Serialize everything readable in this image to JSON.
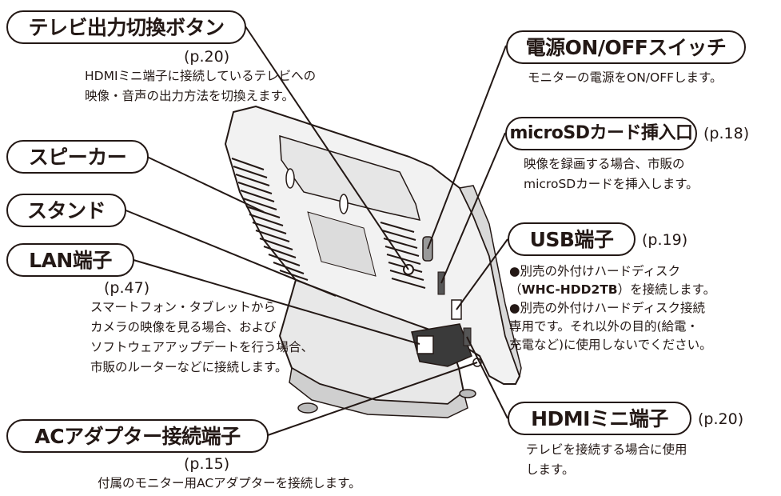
{
  "labels": {
    "tv_button": {
      "title": "テレビ出力切換ボタン",
      "page": "(p.20)",
      "desc": [
        "HDMIミニ端子に接続しているテレビへの",
        "映像・音声の出力方法を切換えます。"
      ]
    },
    "speaker": {
      "title": "スピーカー"
    },
    "stand": {
      "title": "スタンド"
    },
    "lan": {
      "title": "LAN端子",
      "page": "(p.47)",
      "desc": [
        "スマートフォン・タブレットから",
        "カメラの映像を見る場合、および",
        "ソフトウェアアップデートを行う場合、",
        "市販のルーターなどに接続します。"
      ]
    },
    "ac": {
      "title": "ACアダプター接続端子",
      "page": "(p.15)",
      "desc": [
        "付属のモニター用ACアダプターを接続します。"
      ]
    },
    "power": {
      "title": "電源ON/OFFスイッチ",
      "desc": [
        "モニターの電源をON/OFFします。"
      ]
    },
    "microsd": {
      "title": "microSDカード挿入口",
      "page": "(p.18)",
      "desc": [
        "映像を録画する場合、市販の",
        "microSDカードを挿入します。"
      ]
    },
    "usb": {
      "title": "USB端子",
      "page": "(p.19)",
      "desc1_a": "●別売の外付けハードディスク",
      "desc1_b_open": "（",
      "desc1_b_model": "WHC-HDD2TB",
      "desc1_b_rest": "）を接続します。",
      "desc2": [
        "●別売の外付けハードディスク接続",
        "専用です。それ以外の目的(給電・",
        "充電など)に使用しないでください。"
      ]
    },
    "hdmi": {
      "title": "HDMIミニ端子",
      "page": "(p.20)",
      "desc": [
        "テレビを接続する場合に使用",
        "します。"
      ]
    }
  }
}
